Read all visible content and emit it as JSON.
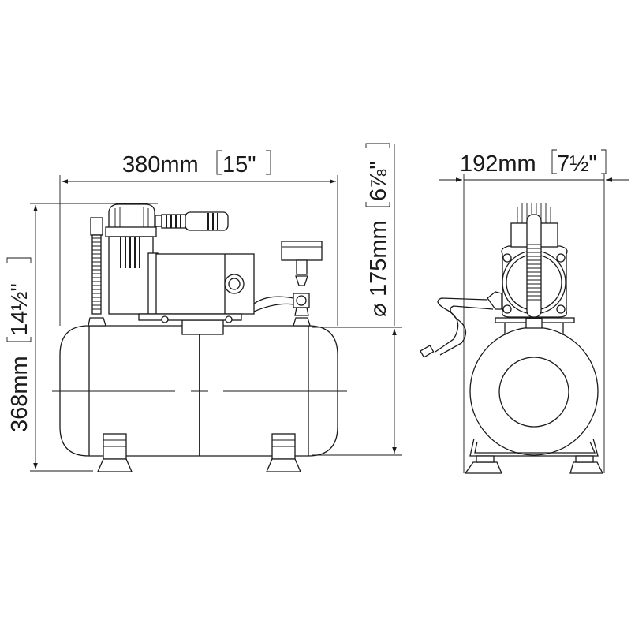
{
  "title": "Air compressor with tank - dimension drawing",
  "dimensions": {
    "length": {
      "metric": "380mm",
      "imperial": "15\""
    },
    "height": {
      "metric": "368mm",
      "imperial": "14½\""
    },
    "tank_diameter": {
      "symbol": "⌀",
      "metric": "175mm",
      "imperial": "6⅞\""
    },
    "width": {
      "metric": "192mm",
      "imperial": "7½\""
    }
  },
  "colors": {
    "line": "#1a1a1a",
    "background": "#ffffff"
  }
}
